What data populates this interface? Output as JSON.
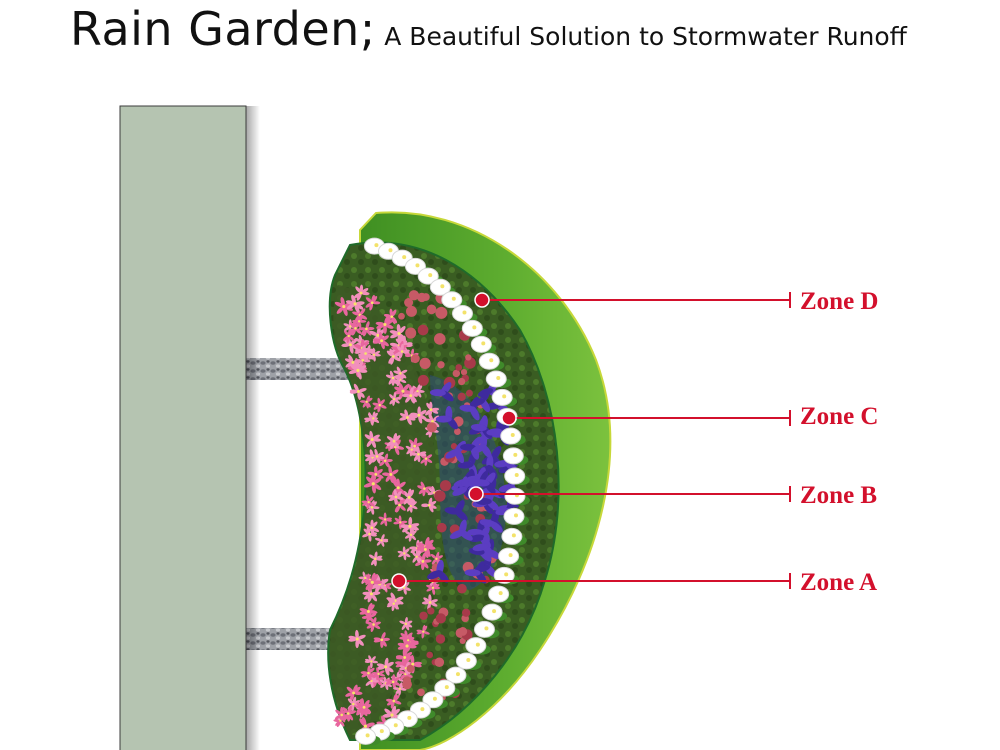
{
  "title": {
    "main": "Rain Garden;",
    "sub": "A Beautiful Solution to Stormwater Runoff"
  },
  "zones": [
    {
      "id": "d",
      "label": "Zone D"
    },
    {
      "id": "c",
      "label": "Zone C"
    },
    {
      "id": "b",
      "label": "Zone B"
    },
    {
      "id": "a",
      "label": "Zone A"
    }
  ],
  "colors": {
    "wall": "#b5c4b1",
    "lawn": "#5aa62e",
    "lawn_edge": "#c7d83a",
    "callout": "#d3102c",
    "iris": "#5b3dc2",
    "pink_flower": "#e8669e",
    "white_lily": "#ffffff",
    "gravel": "#8a8d94"
  },
  "icons": {
    "iris": "iris-flower",
    "pink": "pink-star-flower",
    "lily": "calla-lily",
    "sedum": "red-sedum"
  }
}
